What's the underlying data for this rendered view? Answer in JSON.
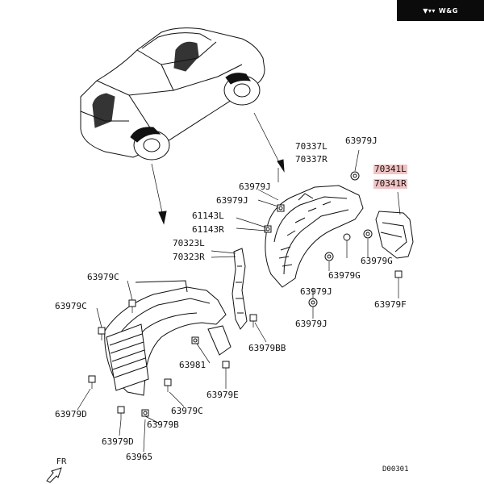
{
  "brand": {
    "logo_icon": "wg-logo-icon",
    "text": "W&G"
  },
  "labels": {
    "p70337L": "70337L",
    "p70337R": "70337R",
    "p63979J_top": "63979J",
    "p70341L": "70341L",
    "p70341R": "70341R",
    "p63979J_a": "63979J",
    "p63979J_b": "63979J",
    "p61143L": "61143L",
    "p61143R": "61143R",
    "p70323L": "70323L",
    "p70323R": "70323R",
    "p63979G_a": "63979G",
    "p63979G_b": "63979G",
    "p63979J_c": "63979J",
    "p63979J_d": "63979J",
    "p63979F": "63979F",
    "p63979C_a": "63979C",
    "p63979C_b": "63979C",
    "p63979BB": "63979BB",
    "p63981": "63981",
    "p63979E": "63979E",
    "p63979C_c": "63979C",
    "p63979D_a": "63979D",
    "p63979B": "63979B",
    "p63979D_b": "63979D",
    "p63965": "63965"
  },
  "highlighted_parts": [
    "70341L",
    "70341R"
  ],
  "highlight_color": "#f4c2c2",
  "direction_label": "FR",
  "diagram_code": "D00301"
}
